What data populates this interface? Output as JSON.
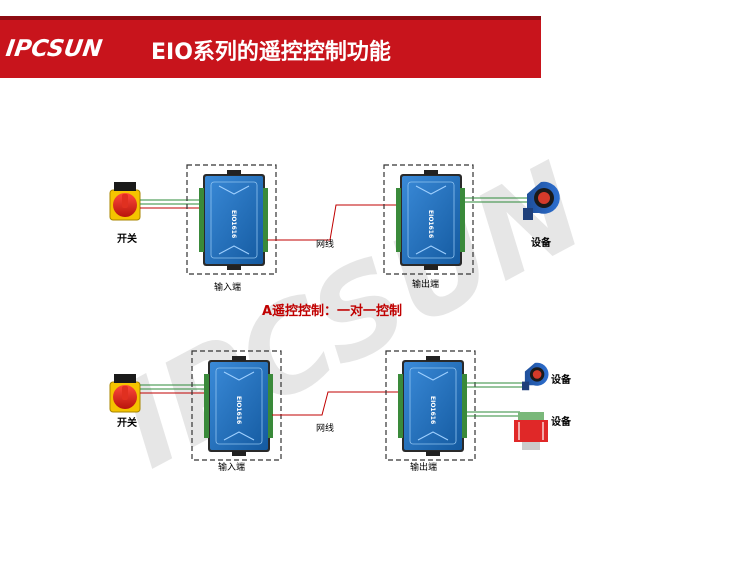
{
  "header": {
    "logo": "IPCSUN",
    "title": "EIO系列的遥控控制功能"
  },
  "watermark": "IPCSUN",
  "diagram_a": {
    "switch_label": "开关",
    "input_label": "输入端",
    "network_label": "网线",
    "output_label": "输出端",
    "device_label": "设备",
    "mode_label": "A遥控控制：一对一控制",
    "device_model": "EIO1616"
  },
  "diagram_b": {
    "switch_label": "开关",
    "input_label": "输入端",
    "network_label": "网线",
    "output_label": "输出端",
    "device1_label": "设备",
    "device2_label": "设备",
    "device_model": "EIO1616"
  },
  "colors": {
    "banner": "#c8141c",
    "wire_red": "#c00000",
    "wire_green": "#2e8b3a",
    "device_blue": "#1f6fb8"
  }
}
